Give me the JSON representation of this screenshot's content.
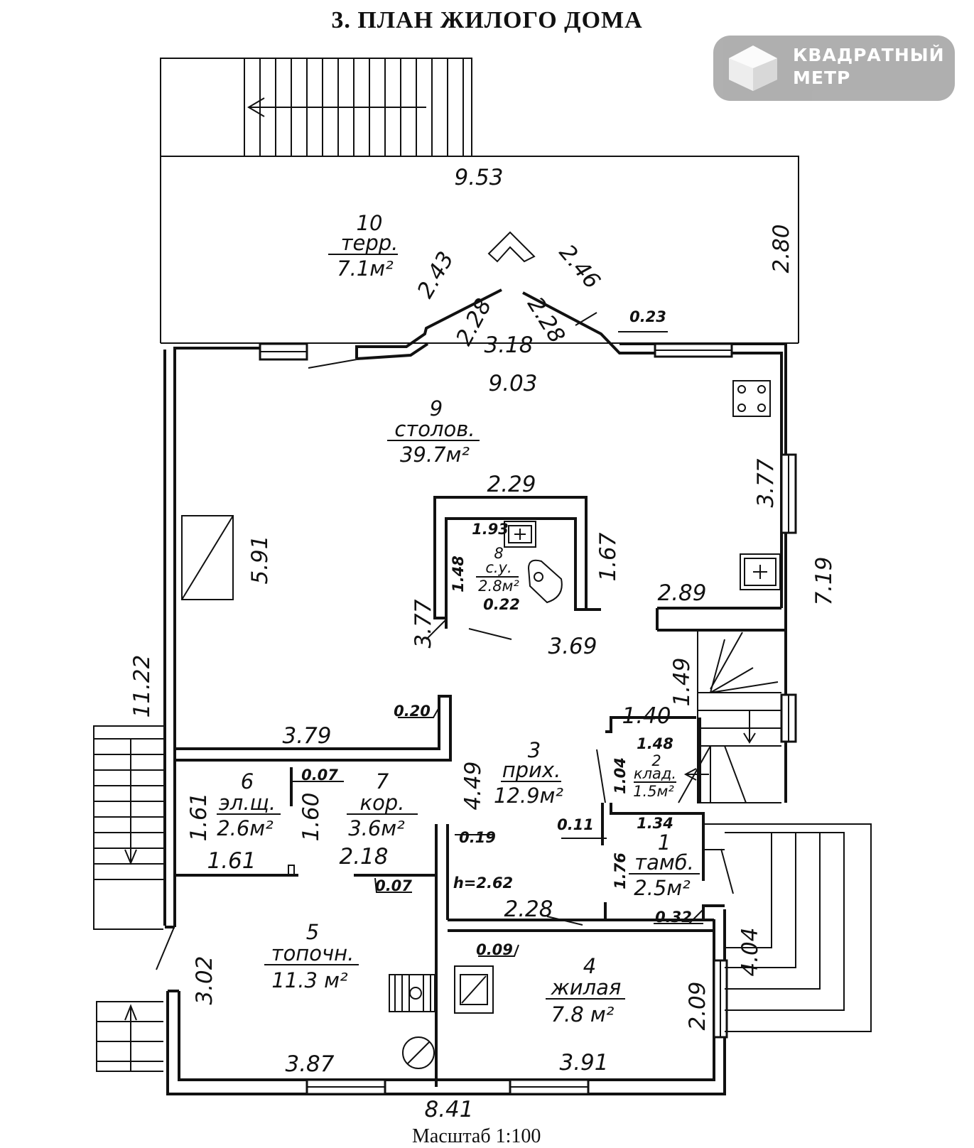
{
  "title": "3. ПЛАН ЖИЛОГО ДОМА",
  "logo": {
    "line1": "КВАДРАТНЫЙ",
    "line2": "МЕТР"
  },
  "footer": "Масштаб 1:100",
  "rooms": {
    "r10": {
      "num": "10",
      "name": "терр.",
      "area": "7.1м²"
    },
    "r9": {
      "num": "9",
      "name": "столов.",
      "area": "39.7м²"
    },
    "r8": {
      "num": "8",
      "name": "с.у.",
      "area": "2.8м²"
    },
    "r7": {
      "num": "7",
      "name": "кор.",
      "area": "3.6м²"
    },
    "r6": {
      "num": "6",
      "name": "эл.щ.",
      "area": "2.6м²"
    },
    "r5": {
      "num": "5",
      "name": "топочн.",
      "area": "11.3 м²"
    },
    "r4": {
      "num": "4",
      "name": "жилая",
      "area": "7.8 м²"
    },
    "r3": {
      "num": "3",
      "name": "прих.",
      "area": "12.9м²"
    },
    "r2": {
      "num": "2",
      "name": "клад.",
      "area": "1.5м²"
    },
    "r1": {
      "num": "1",
      "name": "тамб.",
      "area": "2.5м²"
    }
  },
  "dims": {
    "d953": "9.53",
    "d280": "2.80",
    "d243": "2.43",
    "d246": "2.46",
    "d228a": "2.28",
    "d228b": "2.28",
    "d318": "3.18",
    "d023": "0.23",
    "d903": "9.03",
    "d377a": "3.77",
    "d229": "2.29",
    "d591": "5.91",
    "d193": "1.93",
    "d167": "1.67",
    "d148a": "1.48",
    "d022": "0.22",
    "d377b": "3.77",
    "d369": "3.69",
    "d289": "2.89",
    "d719": "7.19",
    "d1122": "11.22",
    "d149": "1.49",
    "d140": "1.40",
    "d020": "0.20",
    "d379": "3.79",
    "d148b": "1.48",
    "d104": "1.04",
    "d449": "4.49",
    "d007a": "0.07",
    "d161a": "1.61",
    "d160": "1.60",
    "d011": "0.11",
    "d134": "1.34",
    "d019": "0.19",
    "d161b": "1.61",
    "d218": "2.18",
    "d176": "1.76",
    "d007b": "0.07",
    "dh262": "h=2.62",
    "d228c": "2.28",
    "d032": "0.32",
    "d009": "0.09",
    "d404": "4.04",
    "d302": "3.02",
    "d209": "2.09",
    "d387": "3.87",
    "d391": "3.91",
    "d841": "8.41"
  }
}
